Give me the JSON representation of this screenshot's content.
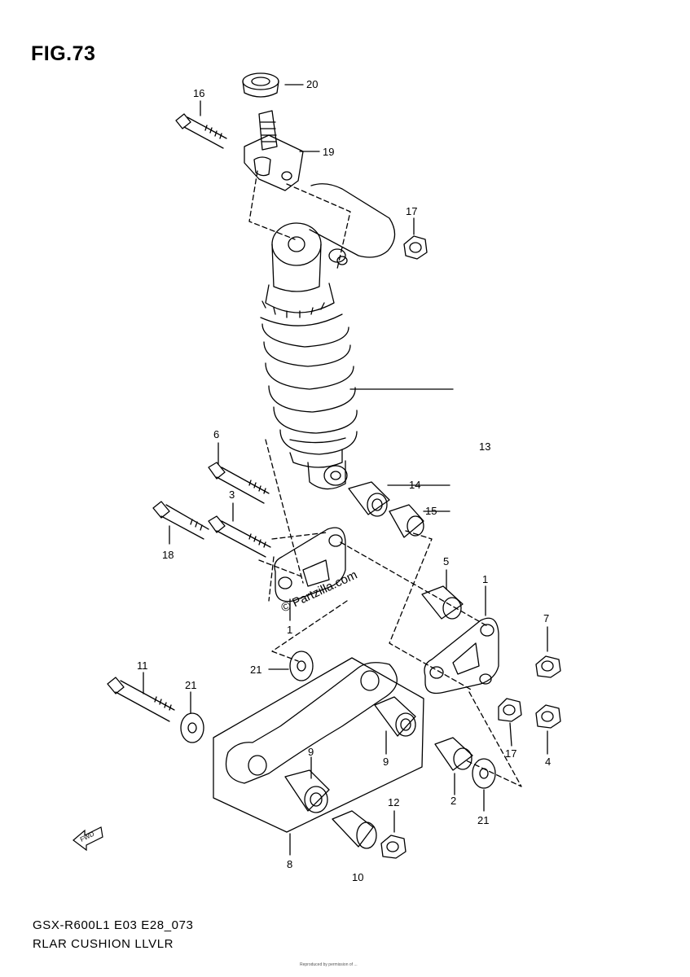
{
  "title": "FIG.73",
  "callouts": [
    "20",
    "16",
    "19",
    "17",
    "6",
    "3",
    "18",
    "13",
    "14",
    "15",
    "5",
    "1",
    "1",
    "7",
    "11",
    "21",
    "21",
    "9",
    "9",
    "17",
    "4",
    "2",
    "21",
    "12",
    "8",
    "10"
  ],
  "watermark": "© Partzilla.com",
  "fwd_label": "FWD",
  "footer": {
    "model_code": "GSX-R600L1 E03 E28_073",
    "diagram_name": "RLAR CUSHION LLVLR"
  },
  "copyright": "Reproduced by permission of ..."
}
